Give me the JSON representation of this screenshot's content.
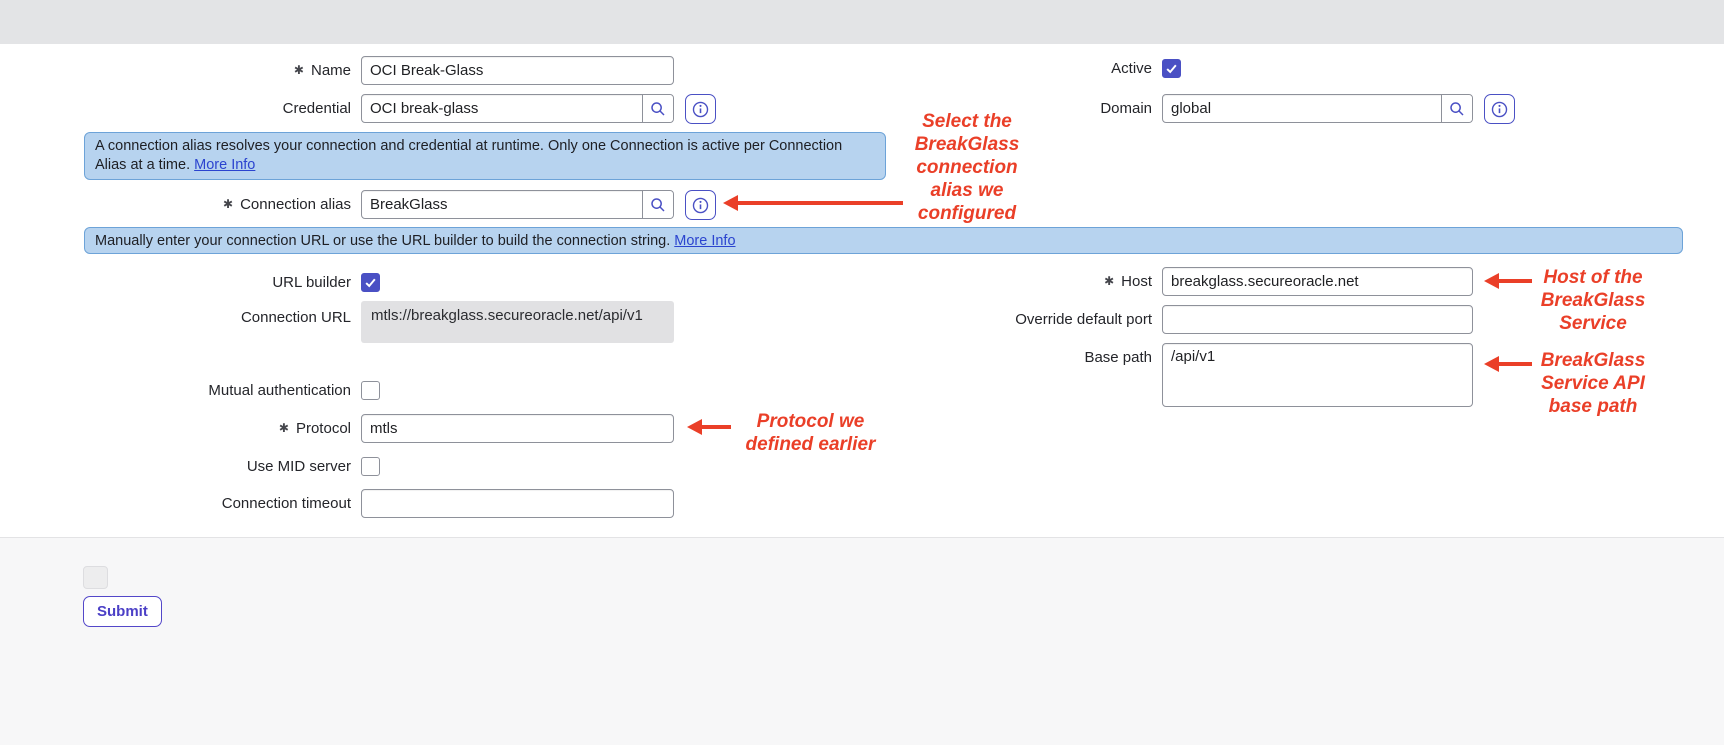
{
  "colors": {
    "accent": "#4a50c4",
    "banner_bg": "#b7d3ef",
    "banner_border": "#6da3d8",
    "link": "#2b44cf",
    "annotation_red": "#ea3f28",
    "readonly_bg": "#e1e1e3",
    "topbar_bg": "#e3e4e6"
  },
  "banners": {
    "alias": {
      "text": "A connection alias resolves your connection and credential at runtime. Only one Connection is active per Connection Alias at a time.",
      "link_label": "More Info"
    },
    "url": {
      "text": "Manually enter your connection URL or use the URL builder to build the connection string.",
      "link_label": "More Info"
    }
  },
  "fields": {
    "name": {
      "label": "Name",
      "required": true,
      "value": "OCI Break-Glass"
    },
    "credential": {
      "label": "Credential",
      "required": false,
      "value": "OCI break-glass"
    },
    "connection_alias": {
      "label": "Connection alias",
      "required": true,
      "value": "BreakGlass"
    },
    "url_builder": {
      "label": "URL builder",
      "checked": true
    },
    "connection_url": {
      "label": "Connection URL",
      "value": "mtls://breakglass.secureoracle.net/api/v1",
      "readonly": true
    },
    "mutual_authentication": {
      "label": "Mutual authentication",
      "checked": false
    },
    "protocol": {
      "label": "Protocol",
      "required": true,
      "value": "mtls"
    },
    "use_mid_server": {
      "label": "Use MID server",
      "checked": false
    },
    "connection_timeout": {
      "label": "Connection timeout",
      "value": ""
    },
    "active": {
      "label": "Active",
      "checked": true
    },
    "domain": {
      "label": "Domain",
      "value": "global"
    },
    "host": {
      "label": "Host",
      "required": true,
      "value": "breakglass.secureoracle.net"
    },
    "override_default_port": {
      "label": "Override default port",
      "value": ""
    },
    "base_path": {
      "label": "Base path",
      "value": "/api/v1"
    }
  },
  "annotations": {
    "alias_note": "Select the BreakGlass connection alias we configured",
    "protocol_note": "Protocol we defined earlier",
    "host_note": "Host of the BreakGlass Service",
    "base_path_note": "BreakGlass Service API base path"
  },
  "footer": {
    "submit_label": "Submit"
  },
  "icons": [
    "search-icon",
    "info-icon",
    "checkmark-icon"
  ]
}
